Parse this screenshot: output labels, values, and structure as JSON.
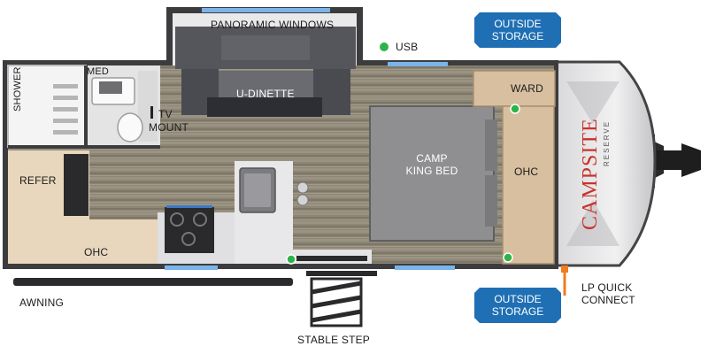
{
  "labels": {
    "panoramic_windows": "PANORAMIC WINDOWS",
    "usb": "USB",
    "outside_storage_line1": "OUTSIDE",
    "outside_storage_line2": "STORAGE",
    "med": "MED",
    "shower": "SHOWER",
    "u_dinette": "U-DINETTE",
    "tv_mount_line1": "TV",
    "tv_mount_line2": "MOUNT",
    "ward": "WARD",
    "camp_king_bed_line1": "CAMP",
    "camp_king_bed_line2": "KING BED",
    "ohc": "OHC",
    "refer": "REFER",
    "awning": "AWNING",
    "stable_step": "STABLE STEP",
    "lp_quick_connect_line1": "LP QUICK",
    "lp_quick_connect_line2": "CONNECT"
  },
  "logo": {
    "brand": "CAMPSITE",
    "sub": "RESERVE"
  },
  "colors": {
    "badge_blue": "#1f6fb4",
    "usb_dot": "#2db34a",
    "lp_line": "#f07c1e",
    "floor": "#8d8676",
    "bed": "#8f8f92",
    "dinette": "#55565c",
    "cabinet": "#d7bf9f",
    "logo_red": "#c9332b"
  }
}
